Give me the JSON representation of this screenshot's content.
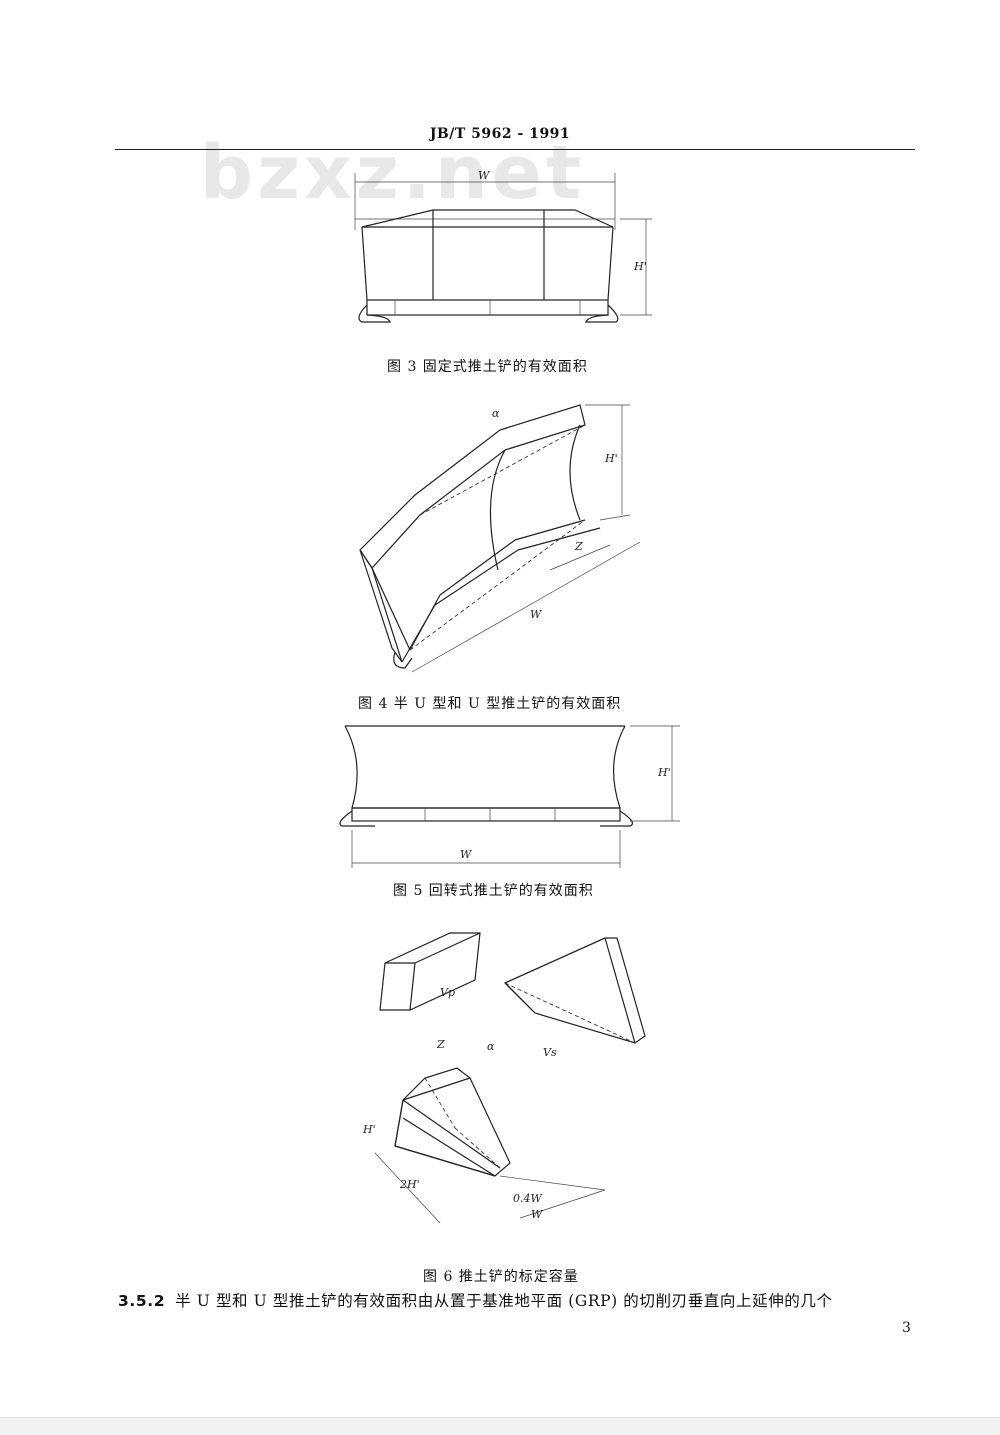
{
  "header": {
    "doc_number": "JB/T  5962 - 1991"
  },
  "watermark": "bzxz.net",
  "figures": [
    {
      "caption": "图 3   固定式推土铲的有效面积",
      "labels": {
        "width": "W",
        "height": "H'"
      }
    },
    {
      "caption": "图 4   半 U 型和 U 型推土铲的有效面积",
      "labels": {
        "width": "W",
        "height": "H'",
        "length": "Z",
        "angle": "α"
      }
    },
    {
      "caption": "图 5   回转式推土铲的有效面积",
      "labels": {
        "width": "W",
        "height": "H'"
      }
    },
    {
      "caption": "图 6   推土铲的标定容量",
      "labels": {
        "vp": "Vp",
        "vs": "Vs",
        "length": "Z",
        "angle": "α",
        "height": "H'",
        "base": "2H'",
        "offset": "0.4W",
        "width": "W"
      }
    }
  ],
  "paragraph": {
    "number": "3.5.2",
    "text": "半 U 型和 U 型推土铲的有效面积由从置于基准地平面 (GRP) 的切削刃垂直向上延伸的几个"
  },
  "page_number": "3"
}
